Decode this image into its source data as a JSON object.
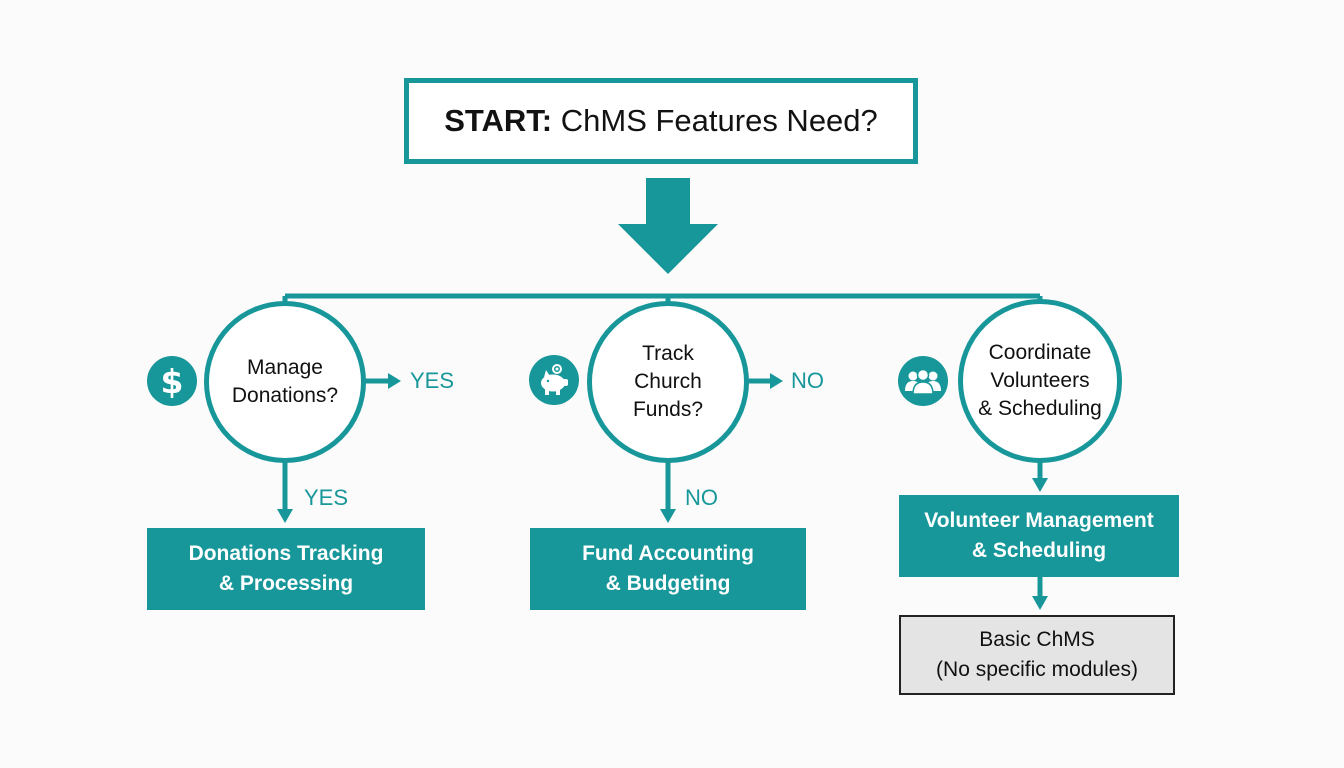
{
  "start": {
    "label_bold": "START:",
    "label_rest": " ChMS Features Need?"
  },
  "decisions": [
    {
      "line1": "Manage",
      "line2": "Donations?",
      "icon": "dollar-icon",
      "icon_text": "$",
      "side_answer": "YES",
      "down_answer": "YES"
    },
    {
      "line1": "Track",
      "line2": "Church",
      "line3": "Funds?",
      "icon": "piggy-bank-icon",
      "side_answer": "NO",
      "down_answer": "NO"
    },
    {
      "line1": "Coordinate",
      "line2": "Volunteers",
      "line3": "& Scheduling",
      "icon": "people-group-icon"
    }
  ],
  "results": [
    {
      "line1": "Donations Tracking",
      "line2": "& Processing"
    },
    {
      "line1": "Fund Accounting",
      "line2": "& Budgeting"
    },
    {
      "line1": "Volunteer Management",
      "line2": "& Scheduling"
    }
  ],
  "basic": {
    "line1": "Basic ChMS",
    "line2": "(No specific modules)"
  },
  "colors": {
    "accent": "#18979a",
    "result_text": "#ffffff",
    "basic_fill": "#e4e4e4",
    "basic_border": "#222222",
    "background": "#fbfbfb"
  }
}
